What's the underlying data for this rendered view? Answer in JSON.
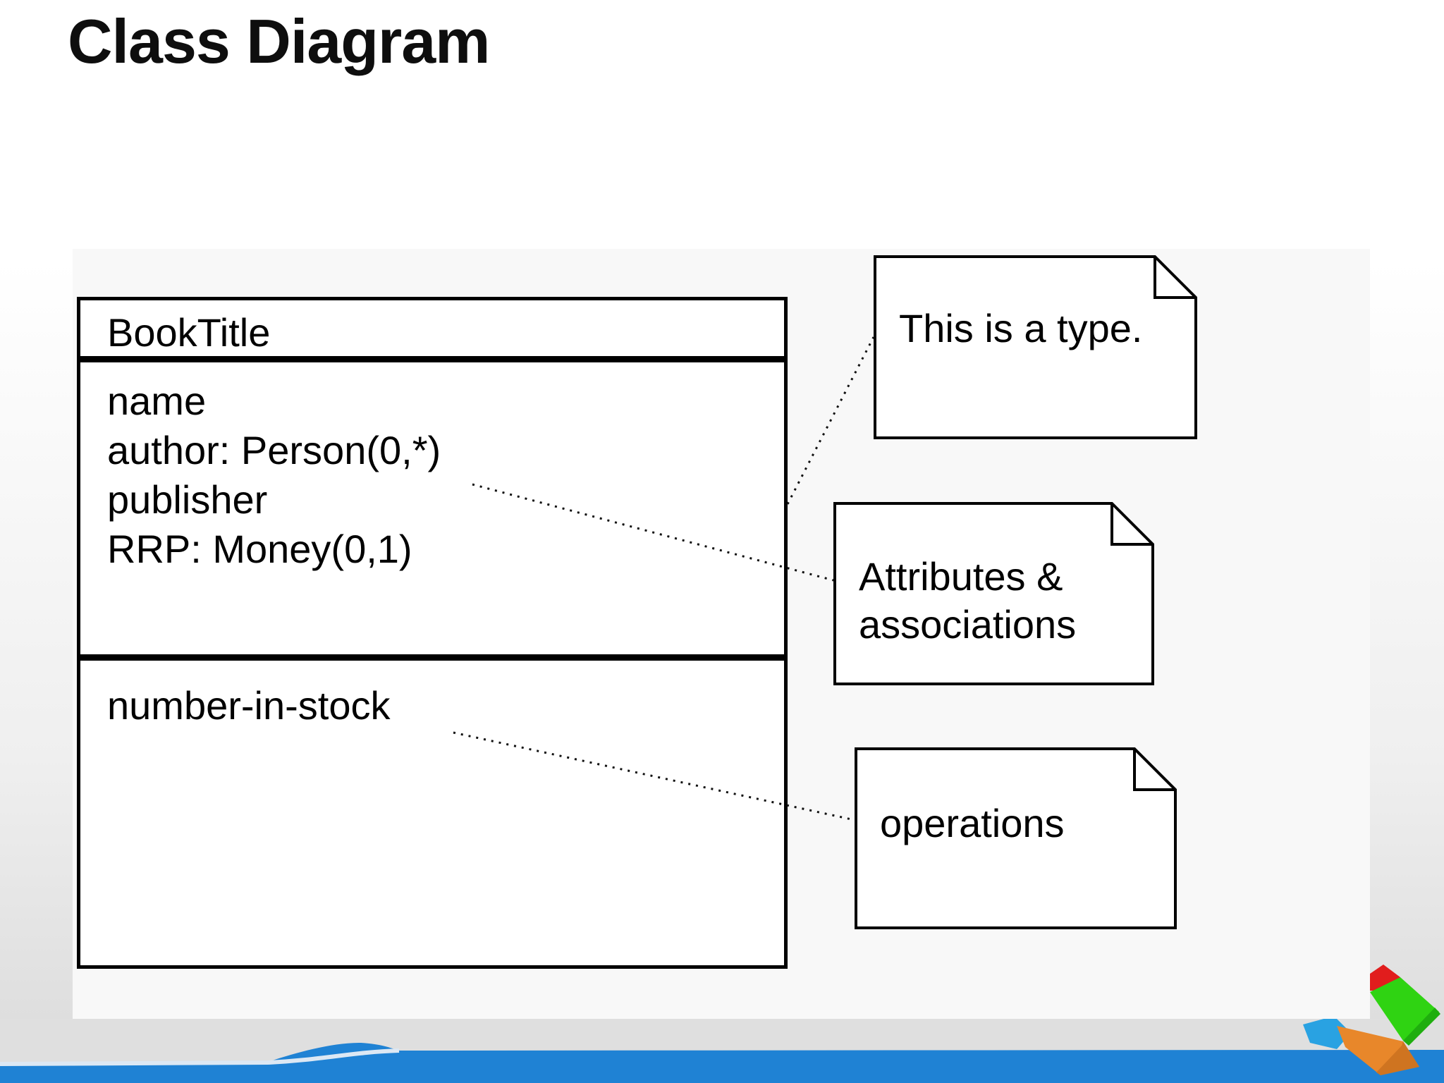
{
  "slide": {
    "title": "Class Diagram",
    "class_box": {
      "name": "BookTitle",
      "attributes": [
        "name",
        "author: Person(0,*)",
        "publisher",
        "RRP: Money(0,1)"
      ],
      "operations": [
        "number-in-stock"
      ]
    },
    "notes": {
      "type_note": "This is a type.",
      "attributes_note": "Attributes & associations",
      "operations_note": "operations"
    },
    "connectors": [
      {
        "from": "attributes-compartment",
        "to": "attributes-note",
        "style": "dotted"
      },
      {
        "from": "operations-compartment",
        "to": "operations-note",
        "style": "dotted"
      },
      {
        "from": "class-box-right-edge",
        "to": "type-note",
        "style": "dotted"
      }
    ],
    "colors": {
      "accent_blue": "#1f82d4",
      "band_gray": "#dfdfdf",
      "panel_gray": "#f8f8f8",
      "logo_red": "#e11d1d",
      "logo_green": "#2fd312",
      "logo_green_dark": "#1fae0e",
      "logo_blue": "#29a2e2",
      "logo_orange": "#e8872a",
      "logo_orange_dark": "#cf7420"
    }
  }
}
